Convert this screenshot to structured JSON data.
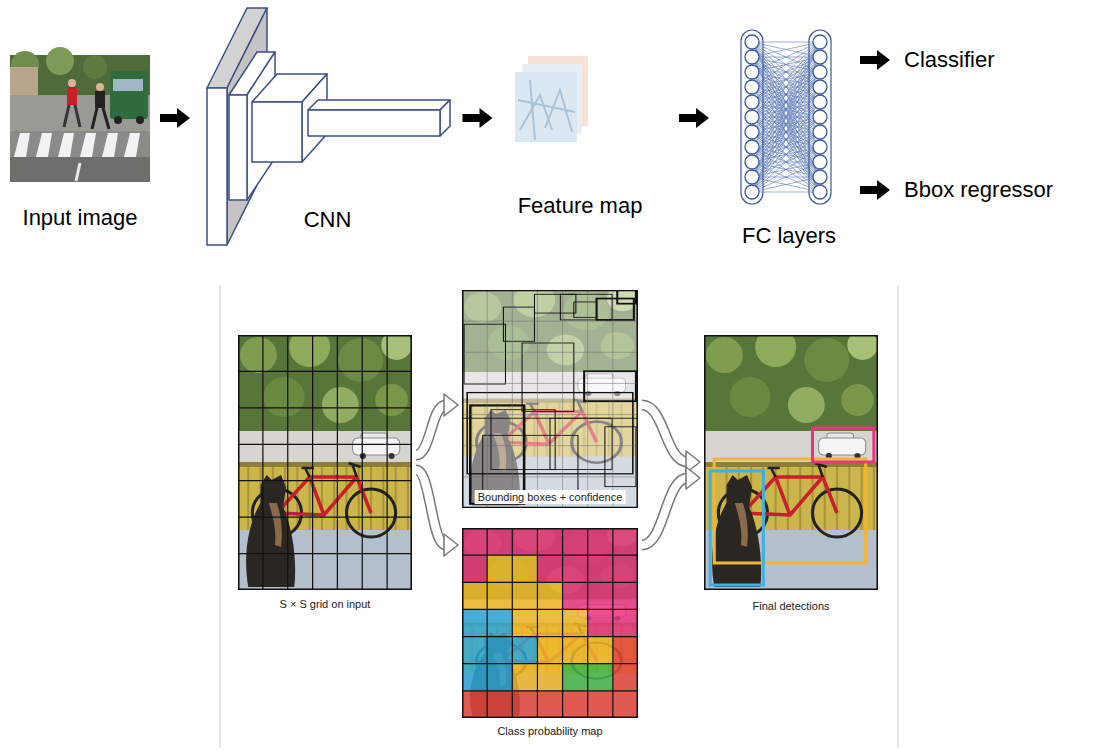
{
  "diagram": {
    "nodes": [
      {
        "text": [
          "Input image"
        ]
      },
      {
        "text": [
          "CNN"
        ]
      },
      {
        "text": [
          "Feature map"
        ]
      },
      {
        "text": [
          "FC layers"
        ]
      },
      {
        "text": [
          "Classifier"
        ]
      },
      {
        "text": [
          "Bbox regressor"
        ]
      },
      {
        "text": [
          "S × S grid on input"
        ]
      },
      {
        "text": [
          "Bounding boxes + confidence"
        ]
      },
      {
        "text": [
          "Class probability map"
        ]
      },
      {
        "text": [
          "Final detections"
        ]
      }
    ],
    "edges": [
      {
        "from": 0,
        "to": 1,
        "arrow": "to"
      },
      {
        "from": 1,
        "to": 2,
        "arrow": "to"
      },
      {
        "from": 2,
        "to": 3,
        "arrow": "to"
      },
      {
        "from": 3,
        "to": 4,
        "arrow": "to"
      },
      {
        "from": 3,
        "to": 5,
        "arrow": "to"
      },
      {
        "from": 6,
        "to": 7,
        "arrow": "to"
      },
      {
        "from": 6,
        "to": 8,
        "arrow": "to"
      },
      {
        "from": 7,
        "to": 9,
        "arrow": "to"
      },
      {
        "from": 8,
        "to": 9,
        "arrow": "to"
      }
    ]
  }
}
